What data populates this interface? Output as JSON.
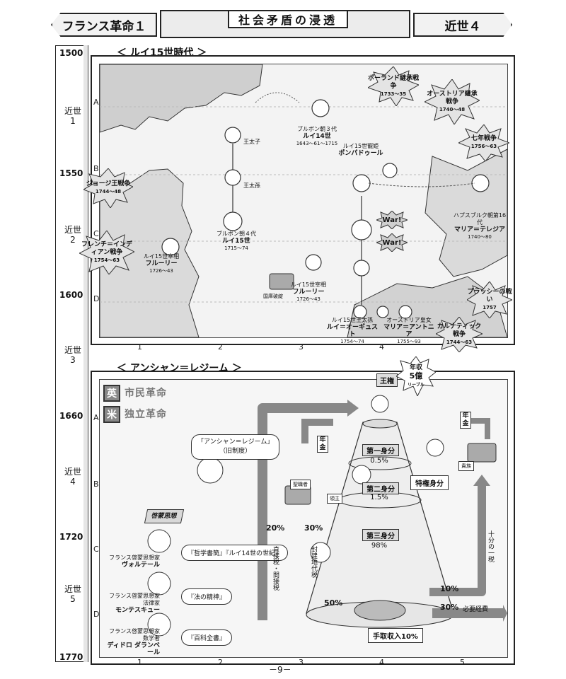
{
  "header": {
    "left": "フランス革命１",
    "center": "社会矛盾の浸透",
    "right": "近世４"
  },
  "timeline": {
    "years": [
      "1500",
      "1550",
      "1600",
      "1660",
      "1720",
      "1770"
    ],
    "eras": [
      "近世1",
      "近世2",
      "近世3",
      "近世4",
      "近世5"
    ]
  },
  "top_panel": {
    "title": "＜ ルイ15世時代 ＞",
    "row_labels": [
      "A",
      "B",
      "C",
      "D"
    ],
    "col_labels": [
      "1",
      "2",
      "3",
      "4"
    ],
    "bursts": {
      "poland": "ポーランド継承戦争",
      "poland_years": "1733～35",
      "austria": "オーストリア継承戦争",
      "austria_years": "1740～48",
      "seven": "七年戦争",
      "seven_years": "1756～63",
      "george": "ジョージ王戦争",
      "george_years": "1744～48",
      "french_indian": "フレンチ＝インディアン戦争",
      "french_indian_years": "1754～63",
      "plassey": "プラッシーの戦い",
      "plassey_year": "1757",
      "carnatic": "カルナティック戦争",
      "carnatic_years": "1744～63"
    },
    "people": {
      "louis14_house": "ブルボン朝３代",
      "louis14": "ルイ14世",
      "louis14_years": "1643～61～1715",
      "crown_prince": "王太子",
      "grandson": "王太孫",
      "louis15_house": "ブルボン朝４代",
      "louis15": "ルイ15世",
      "louis15_years": "1715～74",
      "fleury_role": "ルイ15世宰相",
      "fleury": "フルーリー",
      "fleury_years": "1726～43",
      "fleury2_role": "ルイ15世宰相",
      "fleury2": "フルーリー",
      "fleury2_years": "1726～43",
      "pompadour_role": "ルイ15世寵姫",
      "pompadour": "ポンパドゥール",
      "theresa_house": "ハプスブルク朝第16代",
      "theresa": "マリア＝テレジア",
      "theresa_years": "1740～80",
      "auguste_role": "ルイ15世王太孫",
      "auguste": "ルイ＝オーギュスト",
      "auguste_years": "1754～74",
      "antoinette_role": "オーストリア皇女",
      "antoinette": "マリア＝アントニア",
      "antoinette_years": "1755～93",
      "war": "War!",
      "treasury": "国庫破綻"
    }
  },
  "bottom_panel": {
    "title": "＜ アンシャン＝レジーム ＞",
    "row_labels": [
      "A",
      "B",
      "C",
      "D"
    ],
    "col_labels": [
      "1",
      "2",
      "3",
      "4",
      "5"
    ],
    "revolutions": [
      {
        "kanji": "英",
        "label": "市民革命"
      },
      {
        "kanji": "米",
        "label": "独立革命"
      }
    ],
    "ancien": "「アンシャン＝レジーム」",
    "ancien_sub": "（旧制度）",
    "philosophers_title": "啓蒙思想",
    "philosophers": [
      {
        "role": "フランス啓蒙思想家",
        "name": "ヴォルテール",
        "works": "『哲学書簡』『ルイ14世の世紀』"
      },
      {
        "role": "フランス啓蒙思想家 法律家",
        "name": "モンテスキュー",
        "works": "『法の精神』"
      },
      {
        "role": "フランス啓蒙思想家 数学者",
        "name": "ディドロ ダランベール",
        "works": "『百科全書』"
      }
    ],
    "king": "王権",
    "annual_income": "年収",
    "annual_amount": "5億",
    "annual_unit": "リーブル",
    "estates": [
      "第一身分",
      "第二身分",
      "第三身分"
    ],
    "estate_pcts": [
      "0.5%",
      "1.5%",
      "98%"
    ],
    "privileged": "特権身分",
    "pension_left": "年金",
    "pension_right": "年金",
    "tax_labels": {
      "left_20": "20%",
      "left_30": "30%",
      "tax_a": "直接税・間接税",
      "tax_b": "封建地代税",
      "pct_50": "50%",
      "right_10": "10%",
      "right_30": "30%",
      "right_30_label": "必要経費",
      "tithe": "十分の一税",
      "net_income": "手取収入10%",
      "lord": "領主",
      "clergy": "聖職者",
      "noble": "貴族"
    },
    "page_number": "－9－"
  }
}
